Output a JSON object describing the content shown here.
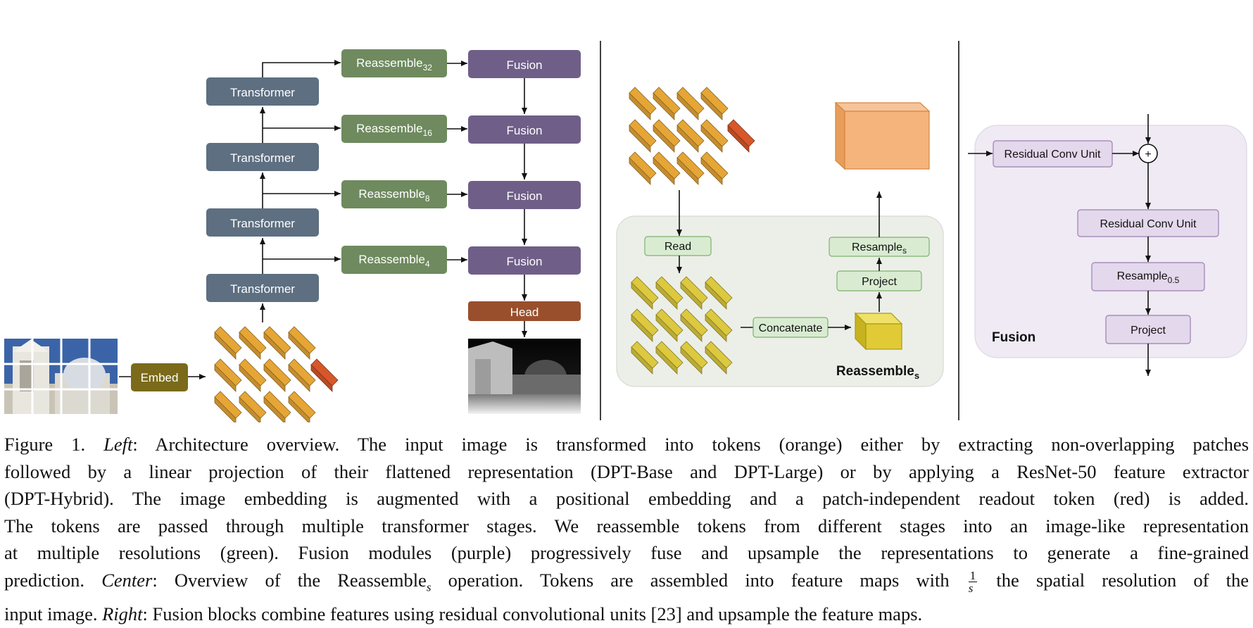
{
  "figure": {
    "left": {
      "transformer_label": "Transformer",
      "fusion_label": "Fusion",
      "embed_label": "Embed",
      "head_label": "Head",
      "reassemble_base": "Reassemble",
      "reassemble_subscripts": [
        "32",
        "16",
        "8",
        "4"
      ]
    },
    "center": {
      "read_label": "Read",
      "concatenate_label": "Concatenate",
      "project_label": "Project",
      "resample_base": "Resample",
      "resample_sub": "s",
      "title_base": "Reassemble",
      "title_sub": "s"
    },
    "right": {
      "rcu_label": "Residual Conv Unit",
      "plus_symbol": "+",
      "resample_base": "Resample",
      "resample_sub": "0.5",
      "project_label": "Project",
      "title": "Fusion"
    },
    "colors": {
      "transformer": "#5d6f81",
      "reassemble": "#6e8a5e",
      "fusion": "#6f5f88",
      "embed": "#7a6a1a",
      "head": "#9a4f2c",
      "token_orange": "#e6a636",
      "token_red": "#d8572a",
      "token_yellow": "#dcc93f",
      "light_green": "#d9ecd2",
      "light_purple": "#e4d8ec",
      "panel_grey": "#ecefe8",
      "panel_lavender": "#efeaf3"
    }
  },
  "caption": {
    "fig_label": "Figure 1.",
    "left_em": "Left",
    "center_em": "Center",
    "right_em": "Right",
    "l1": ": Architecture overview. The input image is transformed into tokens (orange) either by extracting non-overlapping patches",
    "l2": "followed by a linear projection of their flattened representation (DPT-Base and DPT-Large) or by applying a ResNet-50 feature extractor",
    "l3": "(DPT-Hybrid). The image embedding is augmented with a positional embedding and a patch-independent readout token (red) is added.",
    "l4": "The tokens are passed through multiple transformer stages. We reassemble tokens from different stages into an image-like representation",
    "l5": "at multiple resolutions (green). Fusion modules (purple) progressively fuse and upsample the representations to generate a fine-grained",
    "l6a": "prediction.",
    "l6b": ": Overview of the Reassemble",
    "l6_sub": "s",
    "l6c": " operation. Tokens are assembled into feature maps with",
    "frac_num": "1",
    "frac_den": "s",
    "l6d": " the spatial resolution of the",
    "l7a": "input image.",
    "l7b": ": Fusion blocks combine features using residual convolutional units [23] and upsample the feature maps."
  }
}
